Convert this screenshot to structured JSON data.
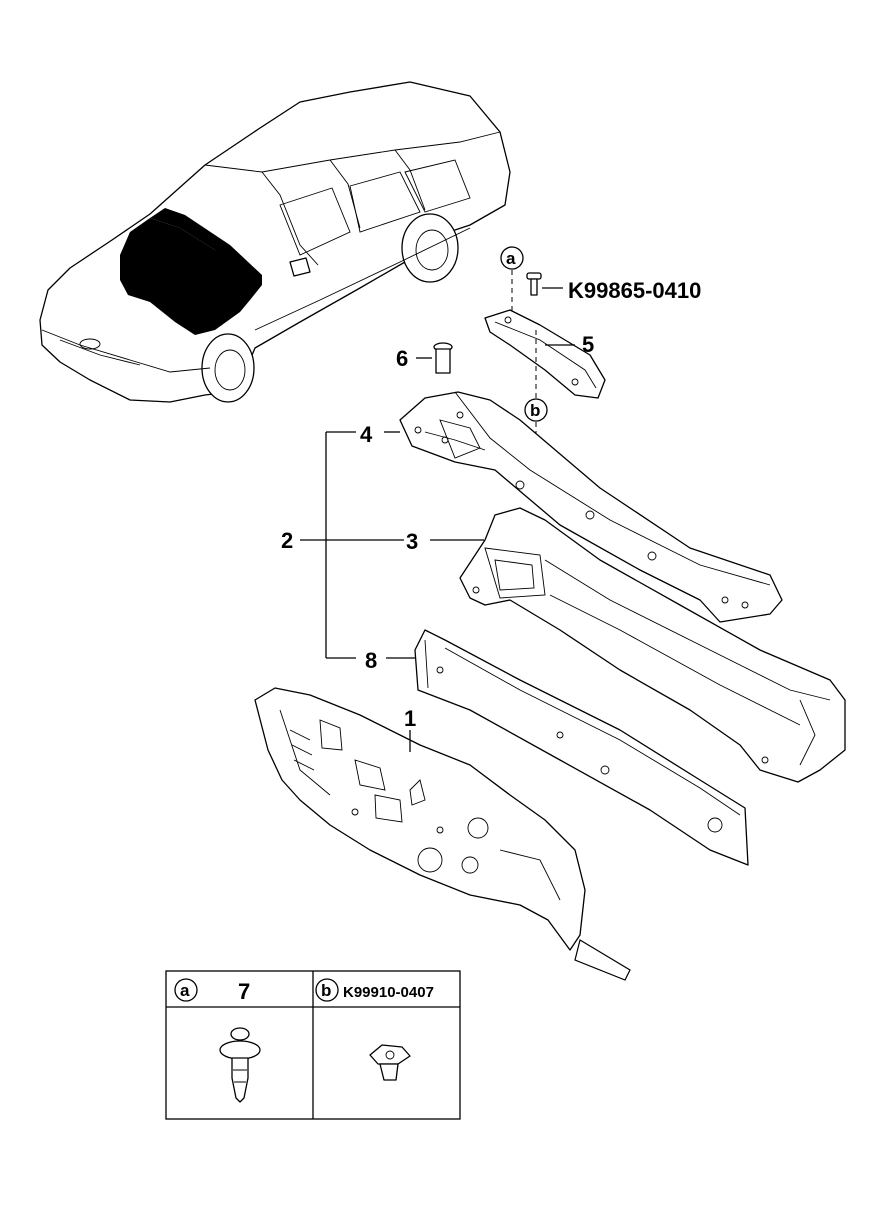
{
  "callouts": {
    "n1": "1",
    "n2": "2",
    "n3": "3",
    "n4": "4",
    "n5": "5",
    "n6": "6",
    "n8": "8",
    "a": "a",
    "b": "b",
    "bolt_part": "K99865-0410"
  },
  "legend": {
    "a_letter": "a",
    "a_number": "7",
    "b_letter": "b",
    "b_part": "K99910-0407"
  },
  "icons": [
    "car-illustration-icon",
    "bolt-icon",
    "pin-icon",
    "clip-icon",
    "nut-clip-icon"
  ]
}
